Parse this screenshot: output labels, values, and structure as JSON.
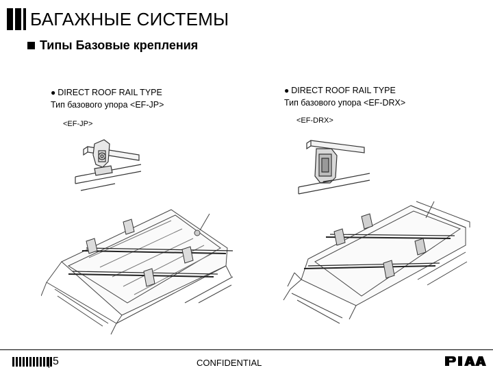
{
  "header": {
    "title": "БАГАЖНЫЕ СИСТЕМЫ"
  },
  "section": {
    "subtitle": "Типы Базовые крепления"
  },
  "left": {
    "bullet": "●",
    "type_label": "DIRECT ROOF RAIL TYPE",
    "description": "Тип базового упора <EF-JP>",
    "code": "<EF-JP>"
  },
  "right": {
    "bullet": "●",
    "type_label": "DIRECT ROOF RAIL TYPE",
    "description": "Тип базового упора <EF-DRX>",
    "code": "<EF-DRX>"
  },
  "footer": {
    "page_number": "5",
    "confidential": "CONFIDENTIAL",
    "logo_text": "PIAA"
  }
}
